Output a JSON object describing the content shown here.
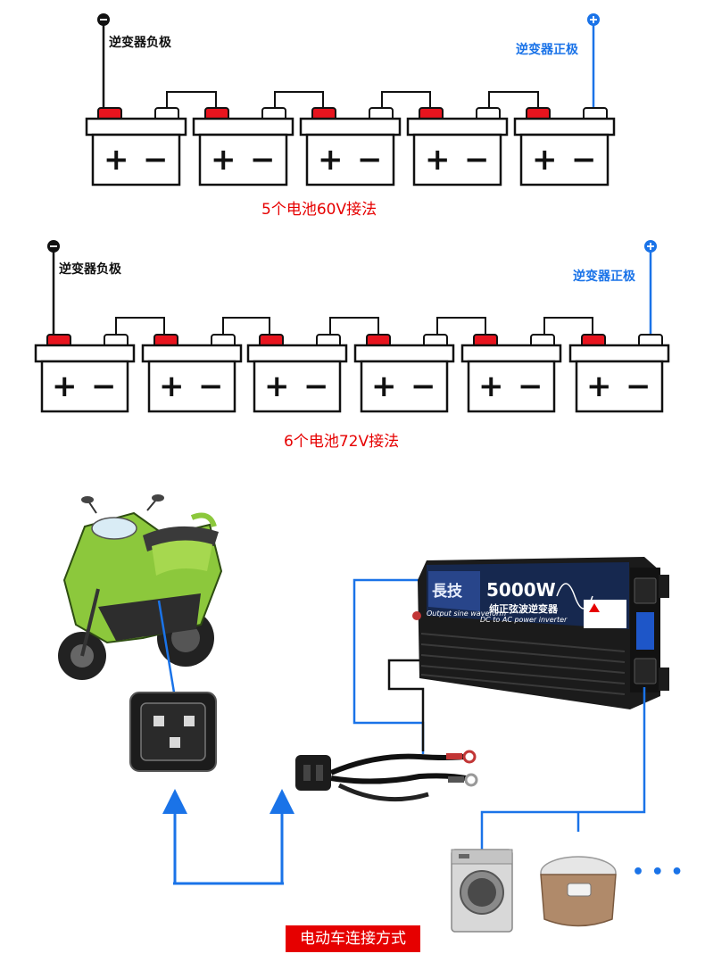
{
  "diagram1": {
    "neg_label": "逆变器负极",
    "pos_label": "逆变器正极",
    "caption": "5个电池60V接法",
    "battery_count": 5
  },
  "diagram2": {
    "neg_label": "逆变器负极",
    "pos_label": "逆变器正极",
    "caption": "6个电池72V接法",
    "battery_count": 6
  },
  "battery": {
    "plus_symbol": "+",
    "minus_symbol": "−"
  },
  "inverter": {
    "brand": "長技",
    "power": "5000W",
    "type_cn": "纯正弦波逆变器",
    "type_en": "DC to AC power inverter",
    "wave_text": "Output sine waveform"
  },
  "more_dots": "• • •",
  "bottom_caption": "电动车连接方式",
  "colors": {
    "blue": "#1a73e8",
    "red_terminal": "#e8141e",
    "caption_red": "#e60000",
    "wire_black": "#111111",
    "scooter_green": "#8cc83c"
  },
  "icons": [
    "battery-icon",
    "scooter-icon",
    "plug-icon",
    "inverter-icon",
    "washing-machine-icon",
    "rice-cooker-icon",
    "arrow-up-icon"
  ]
}
